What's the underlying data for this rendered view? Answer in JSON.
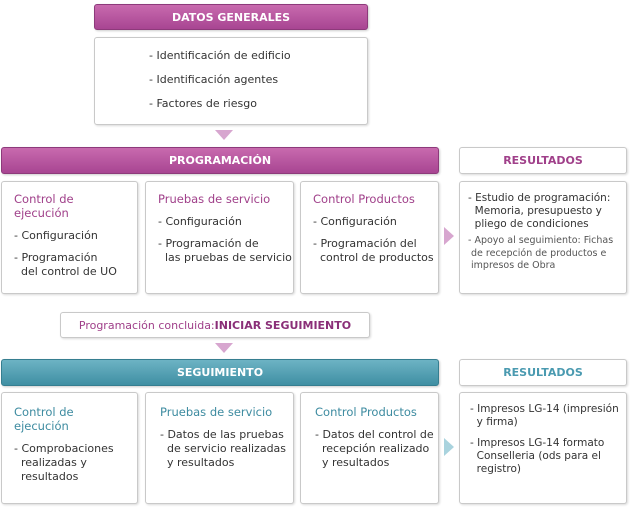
{
  "datos_generales": {
    "title": "DATOS GENERALES",
    "items": [
      "- Identificación de edificio",
      "- Identificación agentes",
      "- Factores de riesgo"
    ]
  },
  "programacion": {
    "title": "PROGRAMACIÓN",
    "resultados_title": "RESULTADOS",
    "columns": [
      {
        "title": "Control de ejecución",
        "items": [
          "- Configuración",
          "- Programación\n  del control de UO"
        ]
      },
      {
        "title": "Pruebas de servicio",
        "items": [
          "- Configuración",
          "- Programación de\n  las pruebas de servicio"
        ]
      },
      {
        "title": "Control Productos",
        "items": [
          "- Configuración",
          "- Programación del\n  control de productos"
        ]
      }
    ],
    "resultados": {
      "main": "- Estudio de programación:\n  Memoria, presupuesto y\n  pliego de condiciones",
      "secondary": "- Apoyo al seguimiento: Fichas\n de recepción de productos e\n impresos de Obra"
    }
  },
  "concluida": {
    "prefix": "Programación concluida: ",
    "action": "INICIAR SEGUIMIENTO"
  },
  "seguimiento": {
    "title": "SEGUIMIENTO",
    "resultados_title": "RESULTADOS",
    "columns": [
      {
        "title": "Control de ejecución",
        "items": [
          "- Comprobaciones\n  realizadas y\n  resultados"
        ]
      },
      {
        "title": "Pruebas de servicio",
        "items": [
          "- Datos de las pruebas\n  de servicio realizadas\n  y resultados"
        ]
      },
      {
        "title": "Control Productos",
        "items": [
          "- Datos del control de\n  recepción realizado\n  y resultados"
        ]
      }
    ],
    "resultados": [
      "- Impresos LG-14 (impresión\n  y firma)",
      "- Impresos LG-14 formato\n  Conselleria (ods para el\n  registro)"
    ]
  },
  "colors": {
    "purple": "#a84592",
    "teal": "#3f8fa3",
    "arrow_purple": "#d7a6cf",
    "arrow_teal": "#a9d3de"
  }
}
